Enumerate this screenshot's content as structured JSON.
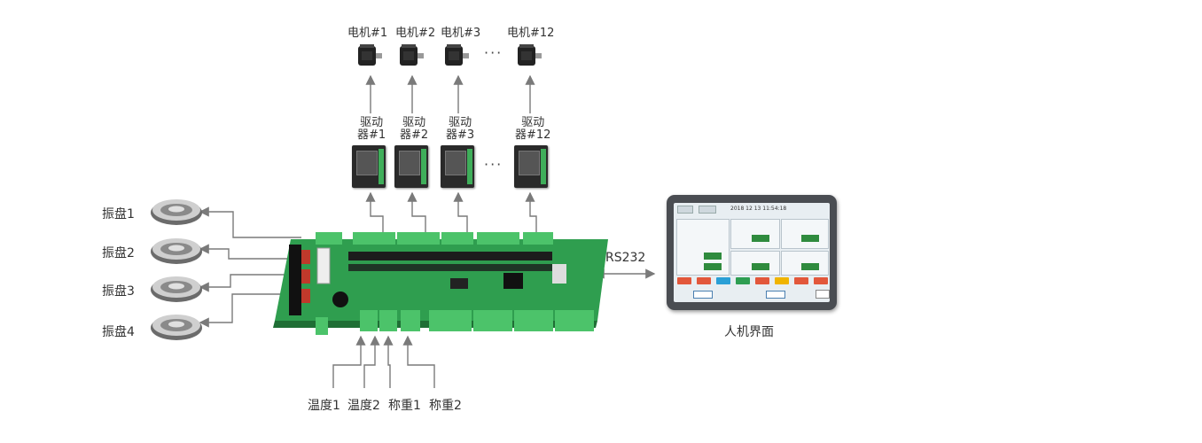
{
  "motors": [
    "电机#1",
    "电机#2",
    "电机#3",
    "电机#12"
  ],
  "drivers": [
    {
      "line1": "驱动",
      "line2": "器#1"
    },
    {
      "line1": "驱动",
      "line2": "器#2"
    },
    {
      "line1": "驱动",
      "line2": "器#3"
    },
    {
      "line1": "驱动",
      "line2": "器#12"
    }
  ],
  "ellipsis": "···",
  "vibratory_plates": [
    "振盘1",
    "振盘2",
    "振盘3",
    "振盘4"
  ],
  "sensors": [
    "温度1",
    "温度2",
    "称重1",
    "称重2"
  ],
  "link_label": "RS232",
  "hmi": {
    "caption": "人机界面",
    "date_text": "2018  12  13    11:54:18"
  },
  "colors": {
    "board_green": "#2f9e4f",
    "terminal_green": "#4cc36a",
    "arrow_gray": "#7a7a7a",
    "hmi_frame": "#4a4d52"
  }
}
